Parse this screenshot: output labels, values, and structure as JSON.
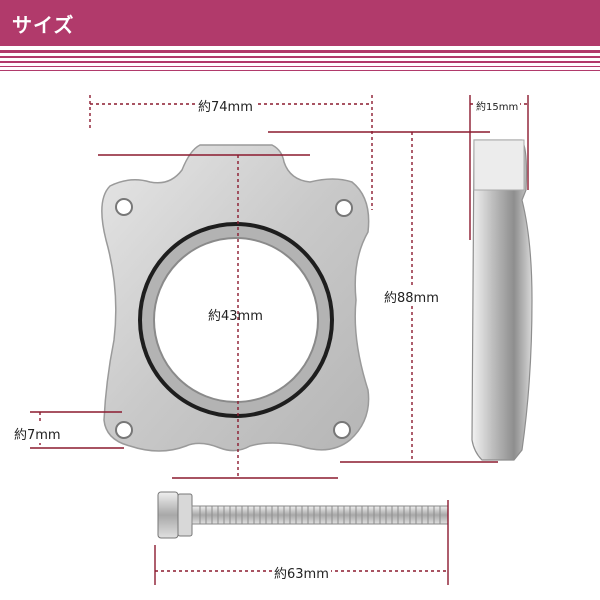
{
  "header": {
    "title": "サイズ"
  },
  "dimensions": {
    "width": "約74mm",
    "thickness": "約15mm",
    "inner_diameter": "約43mm",
    "height": "約88mm",
    "hole_size": "約7mm",
    "bolt_length": "約63mm"
  },
  "colors": {
    "accent": "#b13a6b",
    "dimension_line": "#8b1a2f",
    "metal": "#c8c8c8"
  }
}
